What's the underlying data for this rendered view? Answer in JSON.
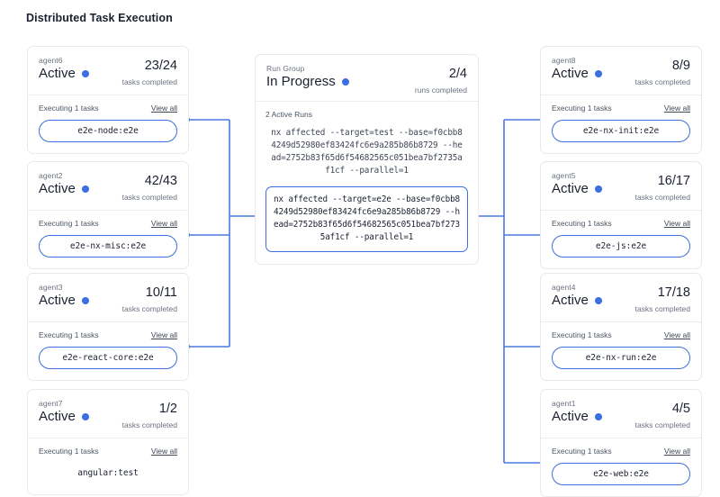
{
  "page": {
    "title": "Distributed Task Execution",
    "accent_color": "#3b6ee0",
    "card_border_color": "#e8e9ec"
  },
  "run_group": {
    "label": "Run Group",
    "status": "In Progress",
    "status_dot": "blue-status-dot",
    "count": "2/4",
    "count_sub": "runs completed",
    "runs_label": "2 Active Runs",
    "runs": [
      {
        "command": "nx affected --target=test --base=f0cbb84249d52980ef83424fc6e9a285b86b8729 --head=2752b83f65d6f54682565c051bea7bf2735af1cf --parallel=1",
        "highlighted": false
      },
      {
        "command": "nx affected --target=e2e --base=f0cbb84249d52980ef83424fc6e9a285b86b8729 --head=2752b83f65d6f54682565c051bea7bf2735af1cf --parallel=1",
        "highlighted": true
      }
    ]
  },
  "common": {
    "status": "Active",
    "count_sub": "tasks completed",
    "exec_label": "Executing 1 tasks",
    "view_all": "View all"
  },
  "left_agents": [
    {
      "name": "agent6",
      "status": "Active",
      "count": "23/24",
      "count_sub": "tasks completed",
      "exec_label": "Executing 1 tasks",
      "view_all": "View all",
      "task": "e2e-node:e2e",
      "connected": true
    },
    {
      "name": "agent2",
      "status": "Active",
      "count": "42/43",
      "count_sub": "tasks completed",
      "exec_label": "Executing 1 tasks",
      "view_all": "View all",
      "task": "e2e-nx-misc:e2e",
      "connected": true
    },
    {
      "name": "agent3",
      "status": "Active",
      "count": "10/11",
      "count_sub": "tasks completed",
      "exec_label": "Executing 1 tasks",
      "view_all": "View all",
      "task": "e2e-react-core:e2e",
      "connected": true
    },
    {
      "name": "agent7",
      "status": "Active",
      "count": "1/2",
      "count_sub": "tasks completed",
      "exec_label": "Executing 1 tasks",
      "view_all": "View all",
      "task": "angular:test",
      "connected": false
    }
  ],
  "right_agents": [
    {
      "name": "agent8",
      "status": "Active",
      "count": "8/9",
      "count_sub": "tasks completed",
      "exec_label": "Executing 1 tasks",
      "view_all": "View all",
      "task": "e2e-nx-init:e2e",
      "connected": true
    },
    {
      "name": "agent5",
      "status": "Active",
      "count": "16/17",
      "count_sub": "tasks completed",
      "exec_label": "Executing 1 tasks",
      "view_all": "View all",
      "task": "e2e-js:e2e",
      "connected": true
    },
    {
      "name": "agent4",
      "status": "Active",
      "count": "17/18",
      "count_sub": "tasks completed",
      "exec_label": "Executing 1 tasks",
      "view_all": "View all",
      "task": "e2e-nx-run:e2e",
      "connected": true
    },
    {
      "name": "agent1",
      "status": "Active",
      "count": "4/5",
      "count_sub": "tasks completed",
      "exec_label": "Executing 1 tasks",
      "view_all": "View all",
      "task": "e2e-web:e2e",
      "connected": true
    }
  ]
}
